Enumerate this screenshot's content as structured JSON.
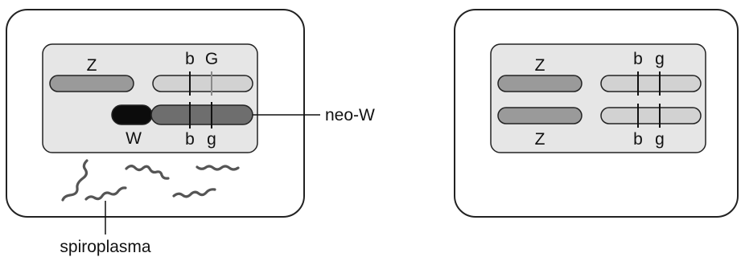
{
  "left_cell": {
    "chromosomes": {
      "z_label": "Z",
      "w_label": "W",
      "top_loci": [
        "b",
        "G"
      ],
      "bottom_loci": [
        "b",
        "g"
      ]
    },
    "neo_w_label": "neo-W",
    "spiroplasma_label": "spiroplasma"
  },
  "right_cell": {
    "z_top_label": "Z",
    "z_bottom_label": "Z",
    "top_loci": [
      "b",
      "g"
    ],
    "bottom_loci": [
      "b",
      "g"
    ]
  },
  "colors": {
    "cell_outline": "#222222",
    "nucleus_fill": "#e6e6e6",
    "z_chromosome": "#9a9a9a",
    "autosome_light": "#d2d2d2",
    "autosome_dark": "#6e6e6e",
    "w_chromosome": "#0c0c0c",
    "bacteria": "#555555"
  }
}
